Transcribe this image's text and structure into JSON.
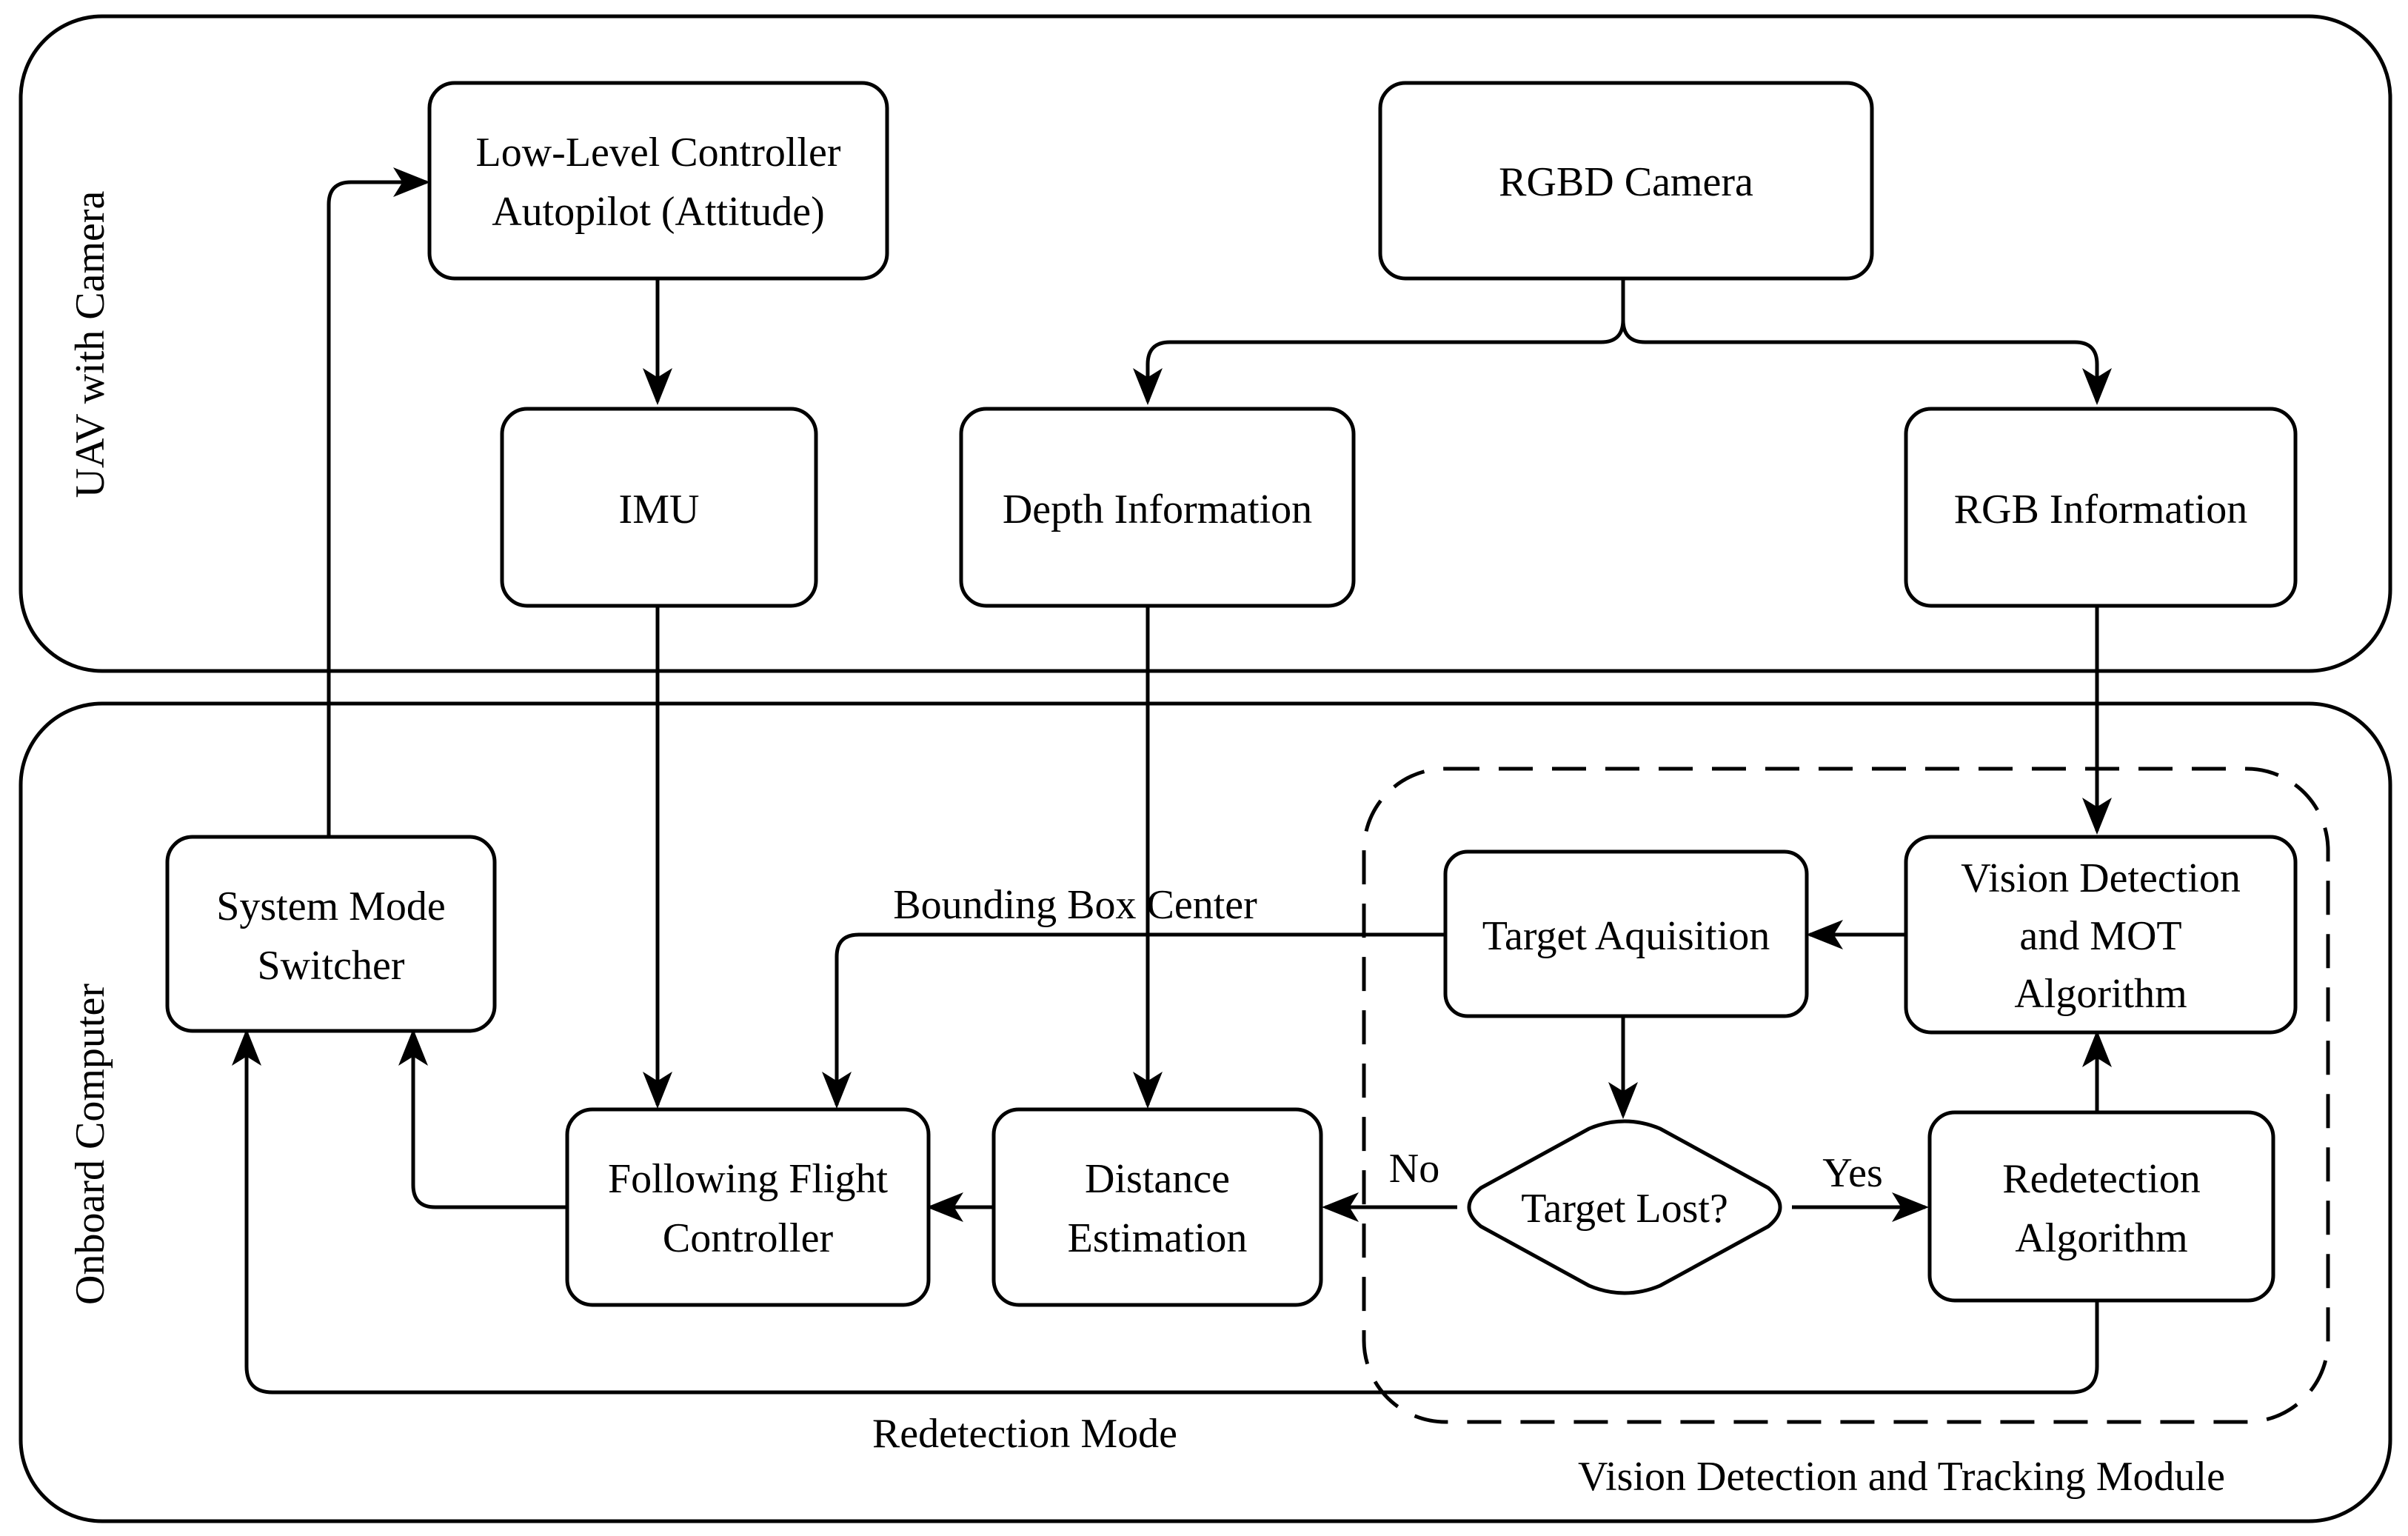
{
  "groups": {
    "uav": "UAV with Camera",
    "onboard": "Onboard Computer",
    "vision_module": "Vision Detection and Tracking Module"
  },
  "nodes": {
    "low_level": [
      "Low-Level Controller",
      "Autopilot (Attitude)"
    ],
    "rgbd_camera": [
      "RGBD Camera"
    ],
    "imu": [
      "IMU"
    ],
    "depth_info": [
      "Depth Information"
    ],
    "rgb_info": [
      "RGB Information"
    ],
    "mode_switcher": [
      "System Mode",
      "Switcher"
    ],
    "target_acq": [
      "Target Aquisition"
    ],
    "vision_det": [
      "Vision Detection",
      "and MOT",
      "Algorithm"
    ],
    "following": [
      "Following Flight",
      "Controller"
    ],
    "distance": [
      "Distance",
      "Estimation"
    ],
    "target_lost": [
      "Target Lost?"
    ],
    "redetection_alg": [
      "Redetection",
      "Algorithm"
    ]
  },
  "edge_labels": {
    "bbox_center": "Bounding Box Center",
    "no": "No",
    "yes": "Yes",
    "redetection_mode": "Redetection Mode"
  }
}
